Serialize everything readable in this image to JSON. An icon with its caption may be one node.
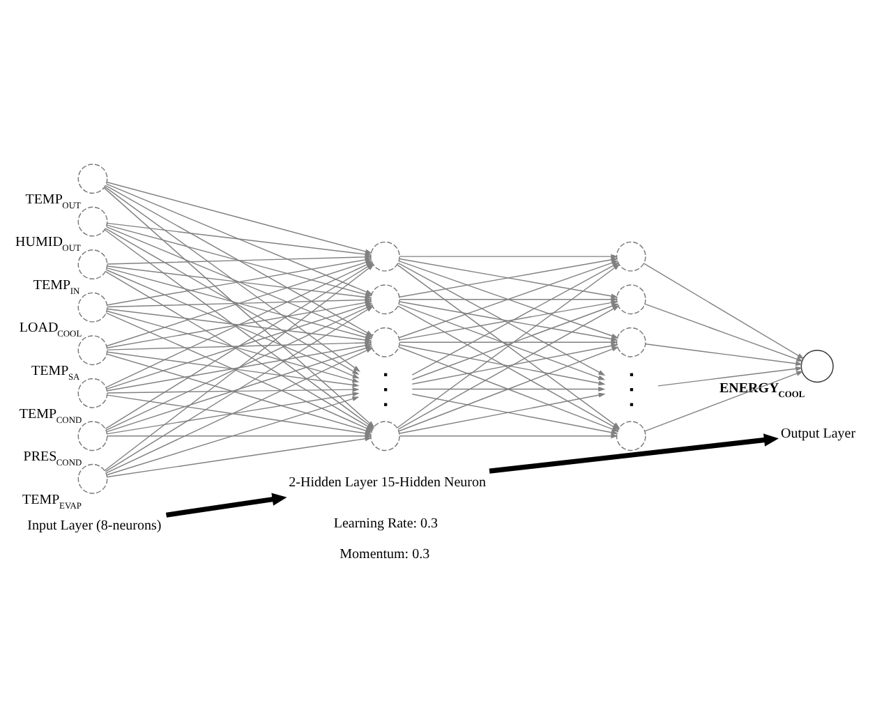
{
  "diagram": {
    "nodes": [
      {
        "text": [],
        "shape": "circle",
        "beside": [
          "TEMP$_{OUT}$"
        ]
      },
      {
        "text": [],
        "shape": "circle",
        "beside": [
          "HUMID$_{OUT}$"
        ]
      },
      {
        "text": [],
        "shape": "circle",
        "beside": [
          "TEMP$_{IN}$"
        ]
      },
      {
        "text": [],
        "shape": "circle",
        "beside": [
          "LOAD$_{COOL}$"
        ]
      },
      {
        "text": [],
        "shape": "circle",
        "beside": [
          "TEMP$_{SA}$"
        ]
      },
      {
        "text": [],
        "shape": "circle",
        "beside": [
          "TEMP$_{COND}$"
        ]
      },
      {
        "text": [],
        "shape": "circle",
        "beside": [
          "PRES$_{COND}$"
        ]
      },
      {
        "text": [],
        "shape": "circle",
        "beside": [
          "TEMP$_{EVAP}$"
        ]
      },
      {
        "text": [],
        "shape": "circle"
      },
      {
        "text": [],
        "shape": "circle"
      },
      {
        "text": [],
        "shape": "circle"
      },
      {
        "text": [],
        "shape": "dots"
      },
      {
        "text": [],
        "shape": "circle"
      },
      {
        "text": [],
        "shape": "circle"
      },
      {
        "text": [],
        "shape": "circle"
      },
      {
        "text": [],
        "shape": "circle"
      },
      {
        "text": [],
        "shape": "dots"
      },
      {
        "text": [],
        "shape": "circle"
      },
      {
        "text": [],
        "shape": "circle",
        "beside": [
          "ENERGY$_{COOL}$"
        ]
      },
      {
        "text": [
          "Input Layer (8-neurons)"
        ]
      },
      {
        "text": [
          "2-Hidden Layer 15-Hidden Neuron"
        ]
      },
      {
        "text": [
          "Output Layer"
        ]
      }
    ],
    "edges": [
      {
        "from": 0,
        "to": 8,
        "arrow": "to"
      },
      {
        "from": 0,
        "to": 9,
        "arrow": "to"
      },
      {
        "from": 0,
        "to": 10,
        "arrow": "to"
      },
      {
        "from": 0,
        "to": 11,
        "arrow": "to"
      },
      {
        "from": 0,
        "to": 12,
        "arrow": "to"
      },
      {
        "from": 1,
        "to": 8,
        "arrow": "to"
      },
      {
        "from": 1,
        "to": 9,
        "arrow": "to"
      },
      {
        "from": 1,
        "to": 10,
        "arrow": "to"
      },
      {
        "from": 1,
        "to": 11,
        "arrow": "to"
      },
      {
        "from": 1,
        "to": 12,
        "arrow": "to"
      },
      {
        "from": 2,
        "to": 8,
        "arrow": "to"
      },
      {
        "from": 2,
        "to": 9,
        "arrow": "to"
      },
      {
        "from": 2,
        "to": 10,
        "arrow": "to"
      },
      {
        "from": 2,
        "to": 11,
        "arrow": "to"
      },
      {
        "from": 2,
        "to": 12,
        "arrow": "to"
      },
      {
        "from": 3,
        "to": 8,
        "arrow": "to"
      },
      {
        "from": 3,
        "to": 9,
        "arrow": "to"
      },
      {
        "from": 3,
        "to": 10,
        "arrow": "to"
      },
      {
        "from": 3,
        "to": 11,
        "arrow": "to"
      },
      {
        "from": 3,
        "to": 12,
        "arrow": "to"
      },
      {
        "from": 4,
        "to": 8,
        "arrow": "to"
      },
      {
        "from": 4,
        "to": 9,
        "arrow": "to"
      },
      {
        "from": 4,
        "to": 10,
        "arrow": "to"
      },
      {
        "from": 4,
        "to": 11,
        "arrow": "to"
      },
      {
        "from": 4,
        "to": 12,
        "arrow": "to"
      },
      {
        "from": 5,
        "to": 8,
        "arrow": "to"
      },
      {
        "from": 5,
        "to": 9,
        "arrow": "to"
      },
      {
        "from": 5,
        "to": 10,
        "arrow": "to"
      },
      {
        "from": 5,
        "to": 11,
        "arrow": "to"
      },
      {
        "from": 5,
        "to": 12,
        "arrow": "to"
      },
      {
        "from": 6,
        "to": 8,
        "arrow": "to"
      },
      {
        "from": 6,
        "to": 9,
        "arrow": "to"
      },
      {
        "from": 6,
        "to": 10,
        "arrow": "to"
      },
      {
        "from": 6,
        "to": 11,
        "arrow": "to"
      },
      {
        "from": 6,
        "to": 12,
        "arrow": "to"
      },
      {
        "from": 7,
        "to": 8,
        "arrow": "to"
      },
      {
        "from": 7,
        "to": 9,
        "arrow": "to"
      },
      {
        "from": 7,
        "to": 10,
        "arrow": "to"
      },
      {
        "from": 7,
        "to": 11,
        "arrow": "to"
      },
      {
        "from": 7,
        "to": 12,
        "arrow": "to"
      },
      {
        "from": 8,
        "to": 13,
        "arrow": "to"
      },
      {
        "from": 8,
        "to": 14,
        "arrow": "to"
      },
      {
        "from": 8,
        "to": 15,
        "arrow": "to"
      },
      {
        "from": 8,
        "to": 16,
        "arrow": "to"
      },
      {
        "from": 8,
        "to": 17,
        "arrow": "to"
      },
      {
        "from": 9,
        "to": 13,
        "arrow": "to"
      },
      {
        "from": 9,
        "to": 14,
        "arrow": "to"
      },
      {
        "from": 9,
        "to": 15,
        "arrow": "to"
      },
      {
        "from": 9,
        "to": 16,
        "arrow": "to"
      },
      {
        "from": 9,
        "to": 17,
        "arrow": "to"
      },
      {
        "from": 10,
        "to": 13,
        "arrow": "to"
      },
      {
        "from": 10,
        "to": 14,
        "arrow": "to"
      },
      {
        "from": 10,
        "to": 15,
        "arrow": "to"
      },
      {
        "from": 10,
        "to": 16,
        "arrow": "to"
      },
      {
        "from": 10,
        "to": 17,
        "arrow": "to"
      },
      {
        "from": 11,
        "to": 13,
        "arrow": "to"
      },
      {
        "from": 11,
        "to": 14,
        "arrow": "to"
      },
      {
        "from": 11,
        "to": 15,
        "arrow": "to"
      },
      {
        "from": 11,
        "to": 16,
        "arrow": "to"
      },
      {
        "from": 11,
        "to": 17,
        "arrow": "to"
      },
      {
        "from": 12,
        "to": 13,
        "arrow": "to"
      },
      {
        "from": 12,
        "to": 14,
        "arrow": "to"
      },
      {
        "from": 12,
        "to": 15,
        "arrow": "to"
      },
      {
        "from": 12,
        "to": 16,
        "arrow": "to"
      },
      {
        "from": 12,
        "to": 17,
        "arrow": "to"
      },
      {
        "from": 13,
        "to": 18,
        "arrow": "to"
      },
      {
        "from": 14,
        "to": 18,
        "arrow": "to"
      },
      {
        "from": 15,
        "to": 18,
        "arrow": "to"
      },
      {
        "from": 16,
        "to": 18,
        "arrow": "to"
      },
      {
        "from": 17,
        "to": 18,
        "arrow": "to"
      },
      {
        "from": 19,
        "to": 20,
        "arrow": "to",
        "style": "thick",
        "color": "#000000"
      },
      {
        "from": 20,
        "to": 21,
        "arrow": "to",
        "style": "thick",
        "color": "#000000"
      }
    ],
    "labels": [
      "Learning Rate: 0.3",
      "Momentum: 0.3"
    ]
  }
}
